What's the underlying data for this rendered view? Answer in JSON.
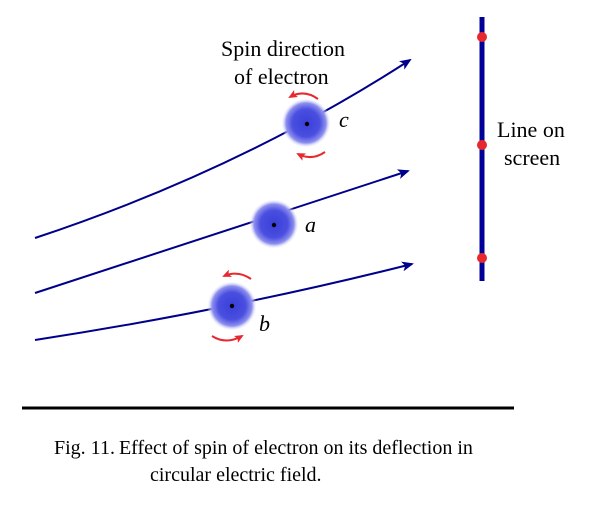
{
  "colors": {
    "path": "#00008b",
    "screen": "#000099",
    "screen_dot": "#e8282f",
    "spin_arrow": "#e8282f",
    "electron_core": "#3a3fd8",
    "electron_edge": "#ffffff",
    "baseline": "#000000"
  },
  "labels": {
    "spin_line1": "Spin direction",
    "spin_line2": "of electron",
    "screen_line1": "Line on",
    "screen_line2": "screen",
    "electron_a": "a",
    "electron_b": "b",
    "electron_c": "c"
  },
  "caption": {
    "line1": "Fig. 11. Effect of spin of electron on its deflection in",
    "line2": "circular electric field."
  },
  "icons": {
    "spin_arrow": "curved-arrow-icon",
    "electron": "electron-sphere-icon"
  }
}
